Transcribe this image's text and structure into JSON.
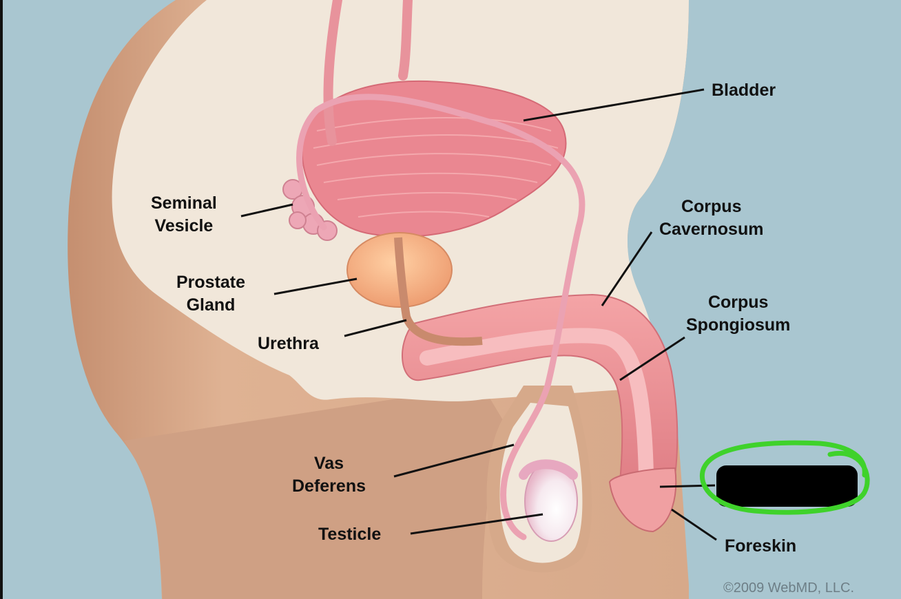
{
  "diagram": {
    "labels": {
      "bladder": "Bladder",
      "seminal_vesicle": [
        "Seminal",
        "Vesicle"
      ],
      "prostate_gland": [
        "Prostate",
        "Gland"
      ],
      "urethra": "Urethra",
      "corpus_cavernosum": [
        "Corpus",
        "Cavernosum"
      ],
      "corpus_spongiosum": [
        "Corpus",
        "Spongiosum"
      ],
      "vas_deferens": [
        "Vas",
        "Deferens"
      ],
      "testicle": "Testicle",
      "foreskin": "Foreskin"
    },
    "copyright": "©2009 WebMD, LLC."
  },
  "colors": {
    "background": "#a9c6d0",
    "body_interior": "#f1e7da",
    "skin": "#d6a98a",
    "bladder": "#ea8791",
    "prostate": "#f4b47e",
    "highlight_circle": "#3fd22b",
    "redaction": "#000000"
  }
}
